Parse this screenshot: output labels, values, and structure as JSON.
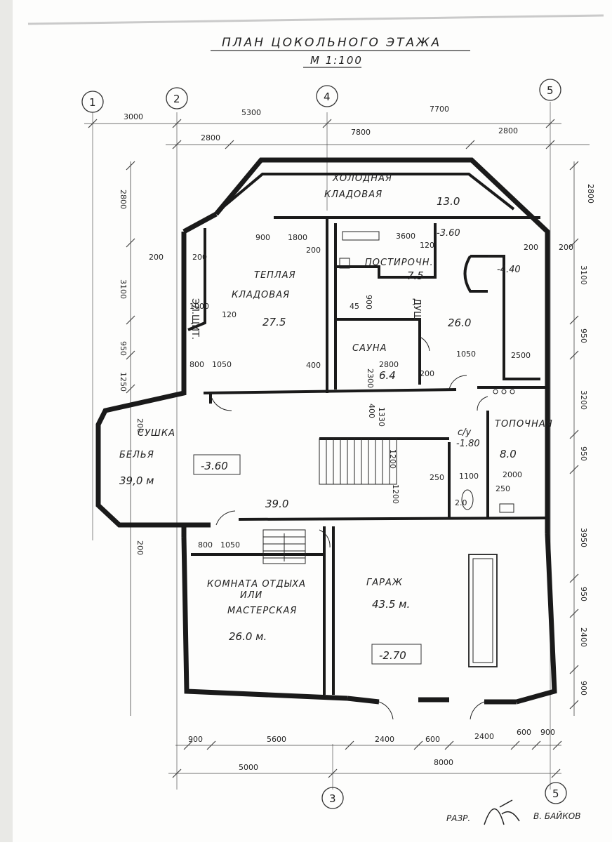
{
  "title": "ПЛАН ЦОКОЛЬНОГО ЭТАЖА",
  "scale": "М 1:100",
  "axes": {
    "a1": "1",
    "a2": "2",
    "a3": "3",
    "a4": "4",
    "a5": "5",
    "a5b": "5"
  },
  "rooms": {
    "cold_storage_1": "ХОЛОДНАЯ",
    "cold_storage_2": "КЛАДОВАЯ",
    "cold_storage_area": "13.0",
    "warm_storage_1": "ТЕПЛАЯ",
    "warm_storage_2": "КЛАДОВАЯ",
    "warm_storage_area": "27.5",
    "el_panel": "ЭЛ.ЩИТ.",
    "laundry": "ПОСТИРОЧН.",
    "laundry_area": "7.5",
    "shower": "ДУШ",
    "sauna": "САУНА",
    "sauna_area": "6.4",
    "pool_area": "26.0",
    "drying_1": "СУШКА",
    "drying_2": "БЕЛЬЯ",
    "drying_area": "39,0 м",
    "hall_area": "39.0",
    "boiler": "ТОПОЧНАЯ",
    "boiler_area": "8.0",
    "wc": "с/у",
    "rest_1": "КОМНАТА ОТДЫХА",
    "rest_2": "ИЛИ",
    "rest_3": "МАСТЕРСКАЯ",
    "rest_area": "26.0 м.",
    "garage": "ГАРАЖ",
    "garage_area": "43.5 м."
  },
  "levels": {
    "main": "-3.60",
    "laundry": "-3.60",
    "pool": "-4.40",
    "wc": "-1.80",
    "garage": "-2.70"
  },
  "dims_top": {
    "row1_a": "3000",
    "row1_b": "5300",
    "row1_c": "7700",
    "row2_a": "2800",
    "row2_b": "7800",
    "row2_c": "2800"
  },
  "dims_bottom": {
    "row1_a": "900",
    "row1_b": "5600",
    "row1_c": "2400",
    "row1_d": "600",
    "row1_e": "2400",
    "row1_f": "600",
    "row1_g": "900",
    "row2_a": "5000",
    "row2_b": "8000"
  },
  "dims_right": {
    "r1": "2800",
    "r2": "3100",
    "r3": "950",
    "r4": "3200",
    "r5": "950",
    "r6": "3950",
    "r7": "950",
    "r8": "2400",
    "r9": "900"
  },
  "dims_left": {
    "l1": "2800",
    "l2": "3100",
    "l3": "950",
    "l4": "1250",
    "l5": "200",
    "l6": "200"
  },
  "dims_inner": {
    "d200a": "200",
    "d200b": "200",
    "d200c": "200",
    "d200d": "200",
    "d200e": "200",
    "d900": "900",
    "d1800": "1800",
    "d3600": "3600",
    "d120a": "120",
    "d120b": "120",
    "d1000": "1000",
    "d1050a": "1050",
    "d1050b": "1050",
    "d1050c": "1050",
    "d800a": "800",
    "d800b": "800",
    "d400a": "400",
    "d400b": "400",
    "d2800": "2800",
    "d2500": "2500",
    "d2300": "2300",
    "d1330": "1330",
    "d1200": "1200",
    "d250a": "250",
    "d250b": "250",
    "d1100": "1100",
    "d2000": "2000",
    "d20": "2.0",
    "d45": "45",
    "d900b": "900",
    "d200w": "200",
    "d1200b": "1200"
  },
  "signature": {
    "label": "РАЗР.",
    "name": "В. БАЙКОВ"
  }
}
